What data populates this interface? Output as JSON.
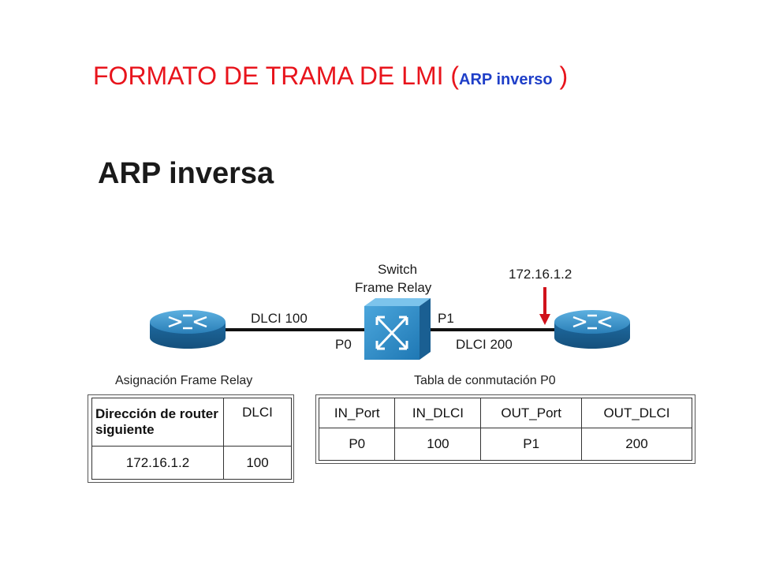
{
  "title": {
    "main": "FORMATO DE TRAMA DE LMI (",
    "sub": "ARP inverso",
    "close": " )"
  },
  "diagram": {
    "heading": "ARP inversa",
    "switch_label_line1": "Switch",
    "switch_label_line2": "Frame Relay",
    "ip_label": "172.16.1.2",
    "left_link_label": "DLCI 100",
    "port_left": "P0",
    "port_right": "P1",
    "right_link_label": "DLCI 200"
  },
  "frame_relay_map": {
    "caption": "Asignación Frame Relay",
    "headers": [
      "Dirección de router siguiente",
      "DLCI"
    ],
    "rows": [
      [
        "172.16.1.2",
        "100"
      ]
    ]
  },
  "switching_table": {
    "caption": "Tabla de conmutación P0",
    "headers": [
      "IN_Port",
      "IN_DLCI",
      "OUT_Port",
      "OUT_DLCI"
    ],
    "rows": [
      [
        "P0",
        "100",
        "P1",
        "200"
      ]
    ]
  },
  "colors": {
    "title": "#e8141c",
    "subtitle": "#1f3fc8",
    "router": "#2a7fb8",
    "switch": "#2e8bc9",
    "arrow": "#d0121b"
  }
}
